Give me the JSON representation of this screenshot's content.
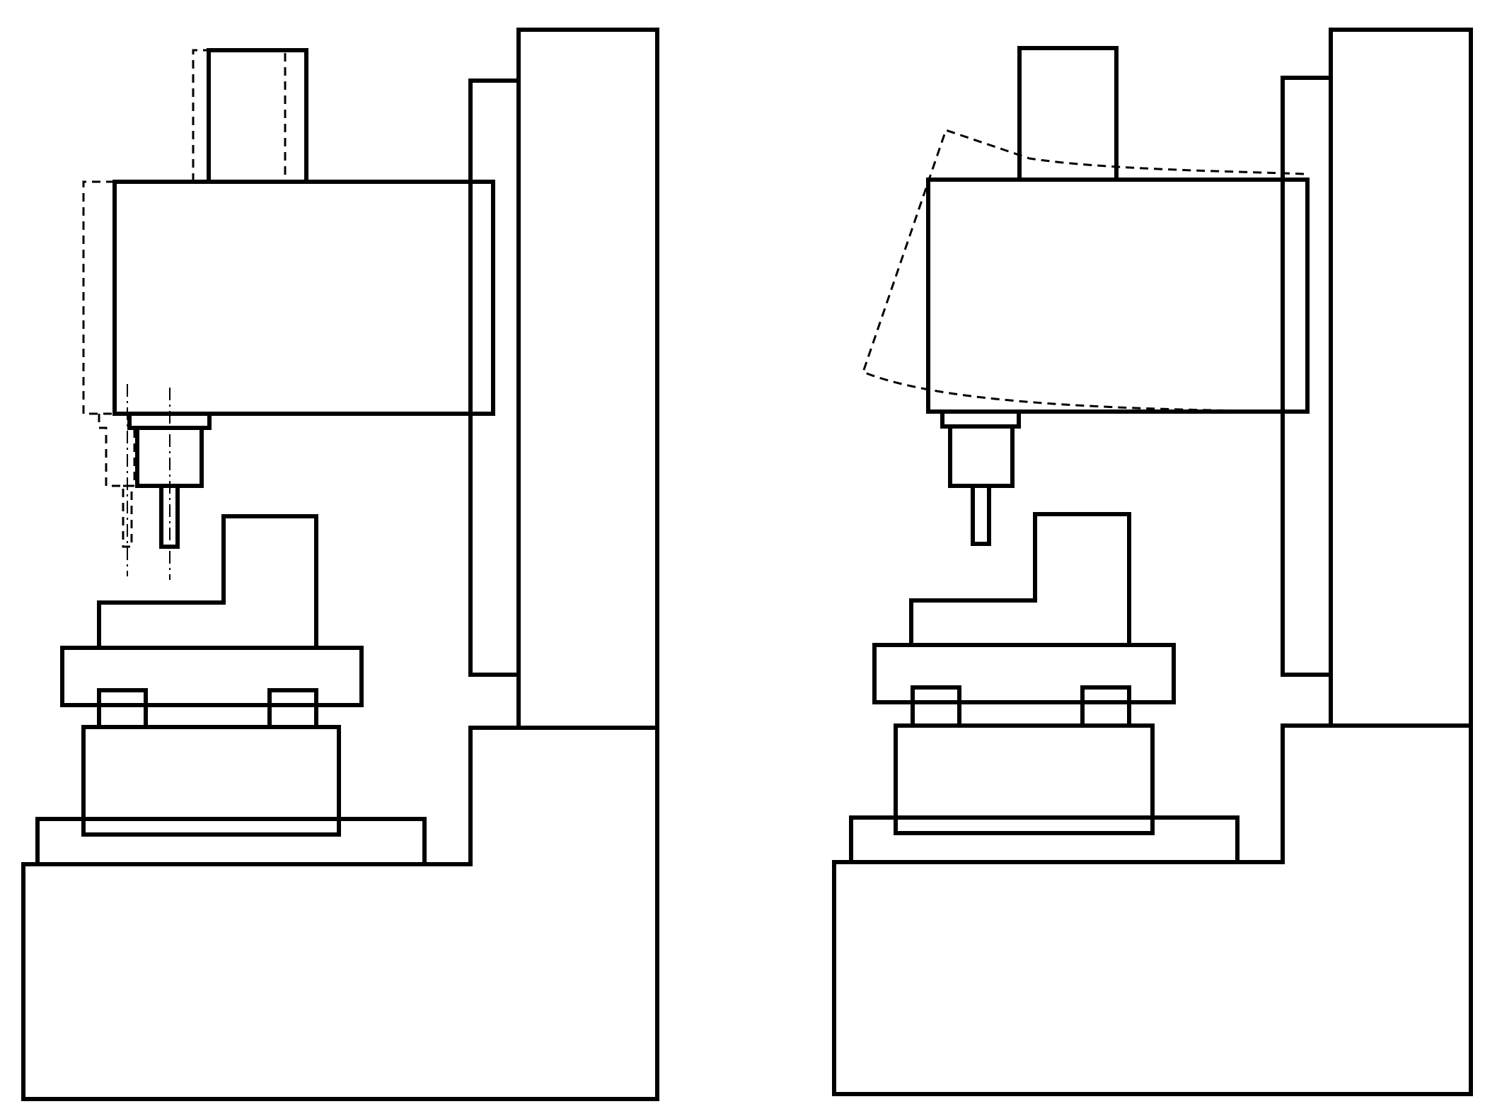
{
  "figure": {
    "panels": [
      {
        "id": "left",
        "deformation": "thermal-expansion-translation"
      },
      {
        "id": "right",
        "deformation": "bending-deflection"
      }
    ],
    "colors": {
      "line": "#000000",
      "background": "#ffffff"
    }
  }
}
